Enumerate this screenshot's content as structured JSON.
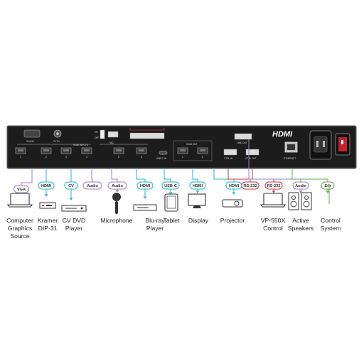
{
  "panel": {
    "port_labels": {
      "vga_in": "VGA IN",
      "cv_in": "CV IN",
      "hdmi_inputs": "HDMI INPUTS",
      "mic": "MIC",
      "usb_c_in": "USB-C IN",
      "hdmi_out": "HDMI OUT",
      "ctrl_in": "CTRL IN",
      "ctrl_out": "CTRL OUT",
      "line_out": "LINE OUT",
      "ethernet": "ETHERNET",
      "on": "ON",
      "off": "OFF",
      "input_numbers": [
        "1",
        "2",
        "3",
        "4",
        "5",
        "6"
      ],
      "out_numbers": [
        "1",
        "2"
      ]
    },
    "logo": "HDMI"
  },
  "connections": [
    {
      "badge": "VGA",
      "device": [
        "Computer",
        "Graphics",
        "Source"
      ],
      "color": "#9b7fc0",
      "icon": "laptop-icon"
    },
    {
      "badge": "HDMI",
      "device": [
        "Kramer",
        "DIP-31"
      ],
      "color": "#1fb5c4",
      "icon": "switcher-icon"
    },
    {
      "badge": "CV",
      "device": [
        "CV DVD",
        "Player"
      ],
      "color": "#1fb5c4",
      "icon": "dvd-player-icon"
    },
    {
      "badge": "Audio",
      "device": [],
      "color": "#9b7fc0",
      "icon": ""
    },
    {
      "badge": "Audio",
      "device": [
        "Microphone"
      ],
      "color": "#9b7fc0",
      "icon": "microphone-icon"
    },
    {
      "badge": "HDMI",
      "device": [
        "Blu-ray",
        "Player"
      ],
      "color": "#1fb5c4",
      "icon": "bluray-player-icon"
    },
    {
      "badge": "USB-C",
      "device": [
        "Tablet"
      ],
      "color": "#1fb5c4",
      "icon": "tablet-icon"
    },
    {
      "badge": "HDMI",
      "device": [
        "Display"
      ],
      "color": "#1fb5c4",
      "icon": "display-icon"
    },
    {
      "badge": "HDMI",
      "device": [
        "Projector"
      ],
      "color": "#1fb5c4",
      "icon": "projector-icon"
    },
    {
      "badge": "RS-232",
      "device": [],
      "color": "#c8324a",
      "icon": ""
    },
    {
      "badge": "RS-232",
      "device": [
        "VP-550X",
        "Control"
      ],
      "color": "#c8324a",
      "icon": "laptop-icon"
    },
    {
      "badge": "Audio",
      "device": [
        "Active",
        "Speakers"
      ],
      "color": "#9b7fc0",
      "icon": "speakers-icon"
    },
    {
      "badge": "Eth",
      "device": [
        "Control",
        "System"
      ],
      "color": "#5aa84a",
      "icon": "network-icon"
    }
  ]
}
